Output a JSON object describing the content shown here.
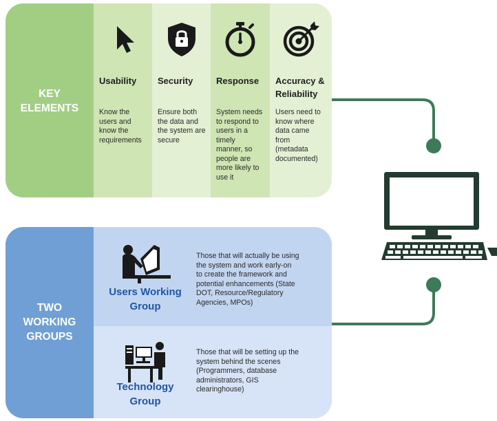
{
  "key_elements": {
    "title": "KEY\nELEMENTS",
    "items": [
      {
        "icon": "cursor-icon",
        "title": "Usability",
        "description": "Know the\nusers and\nknow the\nrequirements"
      },
      {
        "icon": "lock-shield-icon",
        "title": "Security",
        "description": "Ensure both\nthe data and\nthe system are\nsecure"
      },
      {
        "icon": "stopwatch-icon",
        "title": "Response",
        "description": "System needs\nto respond to\nusers in a\ntimely\nmanner, so\npeople are\nmore likely to\nuse it"
      },
      {
        "icon": "target-icon",
        "title": "Accuracy &\nReliability",
        "description": "Users need to\nknow where\ndata came\nfrom\n(metadata\ndocumented)"
      }
    ]
  },
  "working_groups": {
    "title": "TWO\nWORKING\nGROUPS",
    "groups": [
      {
        "icon": "user-at-computer-icon",
        "name": "Users Working\nGroup",
        "description": "Those that will actually be using\nthe system and work early-on\nto create the framework and\npotential enhancements (State\nDOT, Resource/Regulatory\nAgencies, MPOs)"
      },
      {
        "icon": "technician-at-desk-icon",
        "name": "Technology\nGroup",
        "description": "Those that will be setting up the\nsystem behind the scenes\n(Programmers, database\nadministrators, GIS\nclearinghouse)"
      }
    ]
  },
  "colors": {
    "key_side": "#a2ce84",
    "key_panel": "#e4f0d4",
    "wg_side": "#6f9fd5",
    "wg_panel": "#cbdbf2",
    "group_name": "#1f56a4",
    "connector": "#3d7a5a",
    "computer": "#233b30"
  }
}
